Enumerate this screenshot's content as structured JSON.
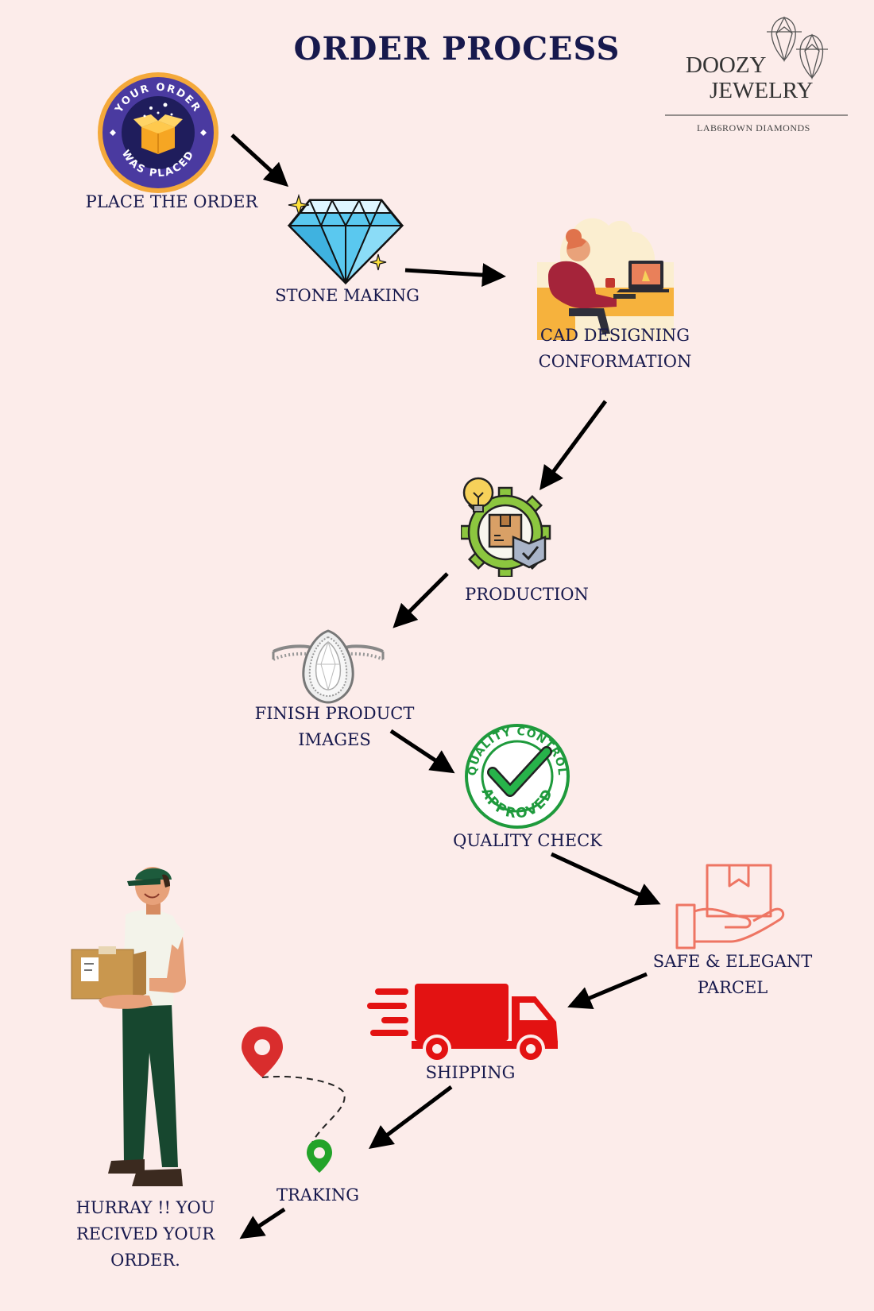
{
  "title": "ORDER PROCESS",
  "brand": {
    "line1": "DOOZY",
    "line2": "JEWELRY",
    "tagline": "LAB6ROWN DIAMONDS"
  },
  "badge": {
    "top_text": "YOUR ORDER",
    "bottom_text": "WAS PLACED"
  },
  "qc_badge": {
    "top_text": "QUALITY CONTROL",
    "bottom_text": "APPROVED"
  },
  "steps": [
    {
      "id": "place-order",
      "lines": [
        "PLACE THE ORDER"
      ]
    },
    {
      "id": "stone-making",
      "lines": [
        "STONE MAKING"
      ]
    },
    {
      "id": "cad-designing",
      "lines": [
        "CAD DESIGNING",
        "CONFORMATION"
      ]
    },
    {
      "id": "production",
      "lines": [
        "PRODUCTION"
      ]
    },
    {
      "id": "finish-product",
      "lines": [
        "FINISH PRODUCT",
        "IMAGES"
      ]
    },
    {
      "id": "quality-check",
      "lines": [
        "QUALITY CHECK"
      ]
    },
    {
      "id": "parcel",
      "lines": [
        "SAFE  & ELEGANT",
        "PARCEL"
      ]
    },
    {
      "id": "shipping",
      "lines": [
        "SHIPPING"
      ]
    },
    {
      "id": "tracking",
      "lines": [
        "TRAKING"
      ]
    },
    {
      "id": "received",
      "lines": [
        "HURRAY !! YOU",
        "RECIVED YOUR",
        "ORDER."
      ]
    }
  ],
  "colors": {
    "background": "#fcecea",
    "text": "#17194d",
    "arrow": "#000000",
    "truck": "#e31212",
    "qc_green": "#1e9a3c"
  }
}
